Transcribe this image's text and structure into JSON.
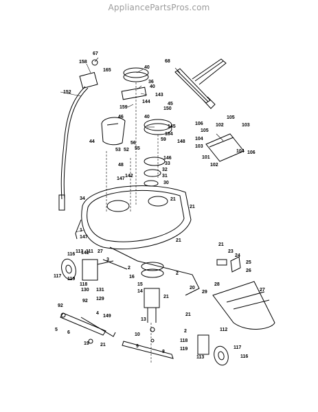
{
  "watermark": "AppliancePartsPros.com",
  "part_labels": [
    "67",
    "158",
    "165",
    "152",
    "40",
    "36",
    "40",
    "143",
    "144",
    "45",
    "150",
    "159",
    "68",
    "46",
    "40",
    "145",
    "184",
    "59",
    "148",
    "56",
    "55",
    "53",
    "52",
    "48",
    "146",
    "33",
    "32",
    "31",
    "30",
    "44",
    "142",
    "147",
    "34",
    "21",
    "21",
    "21",
    "1",
    "147",
    "142",
    "2",
    "106",
    "102",
    "105",
    "105",
    "104",
    "103",
    "103",
    "101",
    "102",
    "104",
    "106",
    "116",
    "113",
    "111",
    "27",
    "3",
    "117",
    "119",
    "118",
    "131",
    "130",
    "129",
    "92",
    "92",
    "5",
    "6",
    "4",
    "149",
    "19",
    "21",
    "16",
    "15",
    "14",
    "13",
    "10",
    "9",
    "8",
    "2",
    "21",
    "20",
    "29",
    "28",
    "21",
    "23",
    "24",
    "25",
    "26",
    "27",
    "2",
    "118",
    "112",
    "119",
    "113",
    "117",
    "116",
    "21"
  ]
}
